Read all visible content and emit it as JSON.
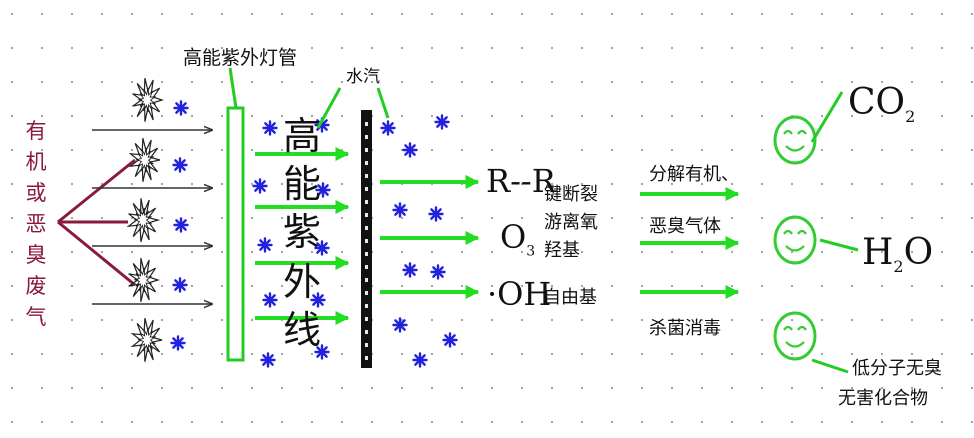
{
  "colors": {
    "arrow_green": "#22dd22",
    "waste_gas_text": "#8b1a3a",
    "radical_star": "#2222dd",
    "face_green": "#33cc33",
    "dot_grid": "#9a9aa6"
  },
  "labels": {
    "uv_lamp": "高能紫外灯管",
    "water_vapor": "水汽",
    "waste_gas_chars": [
      "有",
      "机",
      "或",
      "恶",
      "臭",
      "废",
      "气"
    ],
    "uv_chars": [
      "高",
      "能",
      "紫",
      "外",
      "线"
    ],
    "bond_break": [
      "键断裂",
      "游离氧",
      "羟基"
    ],
    "free_radical": "自由基",
    "decompose_line1": "分解有机、",
    "decompose_line2": "恶臭气体",
    "sterilize": "杀菌消毒",
    "low_molecule_line1": "低分子无臭",
    "low_molecule_line2": "无害化合物"
  },
  "chemicals": {
    "rr": "R--R",
    "o3_main": "O",
    "o3_sub": "3",
    "oh": "·OH",
    "co2_main": "CO",
    "co2_sub": "2",
    "h2o_h": "H",
    "h2o_sub": "2",
    "h2o_o": "O"
  },
  "icons": [
    "molecule-burst-icon",
    "radical-star-icon",
    "smiley-face-icon"
  ]
}
